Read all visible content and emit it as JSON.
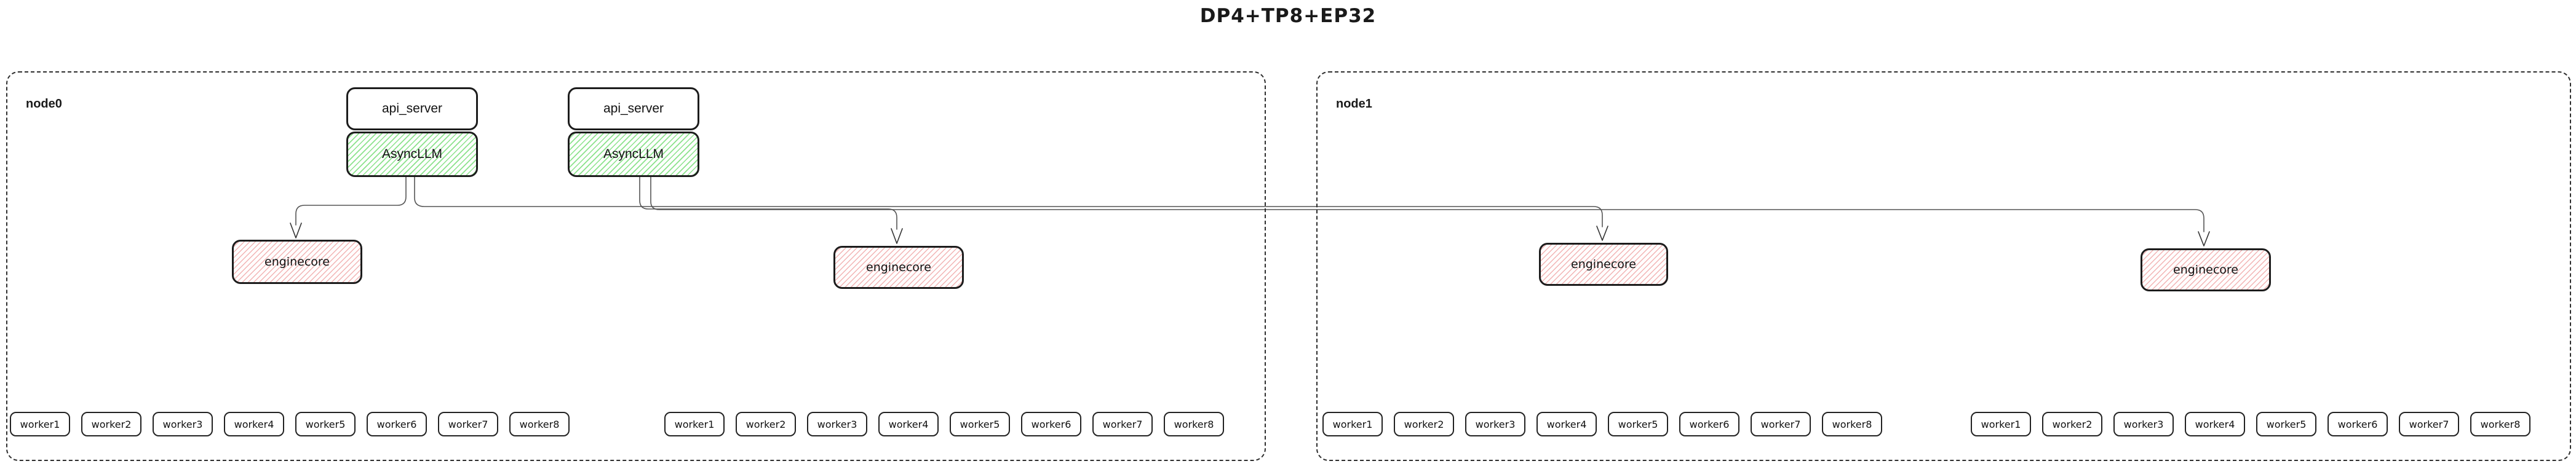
{
  "title": "DP4+TP8+EP32",
  "colors": {
    "asyncllm_hatch": "#8ce28c",
    "enginecore_hatch": "#f2b4b4",
    "edge_line": "#555555",
    "box_border": "#1c1c1c"
  },
  "nodes": [
    {
      "label": "node0",
      "api_servers": [
        {
          "label": "api_server",
          "asyncllm_label": "AsyncLLM"
        },
        {
          "label": "api_server",
          "asyncllm_label": "AsyncLLM"
        }
      ],
      "enginecores": [
        "enginecore",
        "enginecore"
      ],
      "worker_groups": [
        [
          "worker1",
          "worker2",
          "worker3",
          "worker4",
          "worker5",
          "worker6",
          "worker7",
          "worker8"
        ],
        [
          "worker1",
          "worker2",
          "worker3",
          "worker4",
          "worker5",
          "worker6",
          "worker7",
          "worker8"
        ]
      ]
    },
    {
      "label": "node1",
      "api_servers": [],
      "enginecores": [
        "enginecore",
        "enginecore"
      ],
      "worker_groups": [
        [
          "worker1",
          "worker2",
          "worker3",
          "worker4",
          "worker5",
          "worker6",
          "worker7",
          "worker8"
        ],
        [
          "worker1",
          "worker2",
          "worker3",
          "worker4",
          "worker5",
          "worker6",
          "worker7",
          "worker8"
        ]
      ]
    }
  ]
}
